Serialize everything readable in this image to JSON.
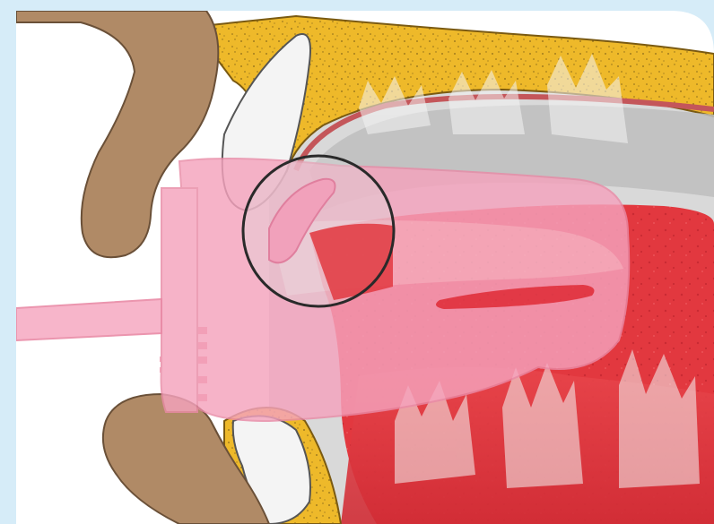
{
  "diagram": {
    "colors": {
      "frame_bg": "#d6ecf8",
      "panel_bg": "#ffffff",
      "lip_skin": "#b08a66",
      "bone_yellow": "#eeb92a",
      "gum_line": "#c4565a",
      "palate_gray": "#bdbdbd",
      "tongue_red": "#e2383f",
      "tongue_deep": "#c41f2b",
      "device_pink": "#f5a3bd",
      "device_light": "#f8bfd0",
      "tooth_white": "#f4f4f4",
      "circle_outline": "#2a2a2a"
    },
    "parts": [
      "upper-lip",
      "lower-lip",
      "maxilla-bone",
      "mandible-bone",
      "upper-incisor",
      "lower-incisor",
      "hard-palate",
      "tongue",
      "oral-device",
      "device-stem",
      "molar-teeth",
      "magnifier-circle"
    ]
  }
}
